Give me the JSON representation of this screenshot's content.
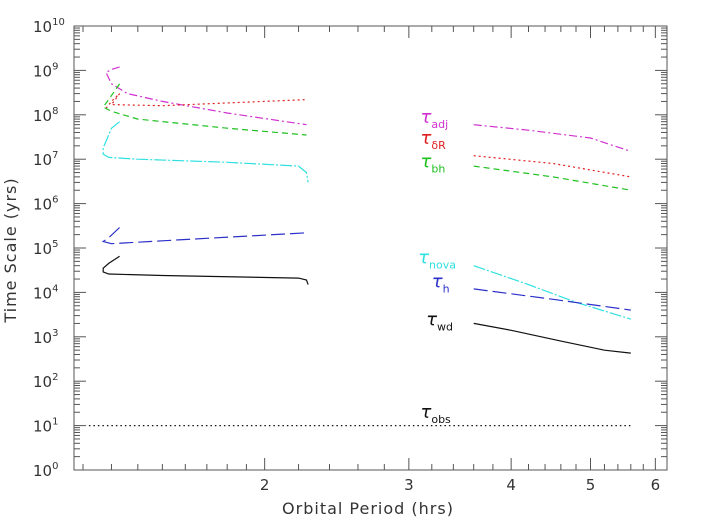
{
  "chart_data": {
    "type": "line",
    "xlabel": "Orbital Period (hrs)",
    "ylabel": "Time Scale (yrs)",
    "x_scale": "log",
    "y_scale": "log",
    "xlim": [
      1.17,
      6.2
    ],
    "ylim": [
      1,
      10000000000
    ],
    "x_ticks": [
      2,
      3,
      4,
      5,
      6
    ],
    "y_ticks": [
      {
        "value": 1,
        "base": "10",
        "exp": "0"
      },
      {
        "value": 10,
        "base": "10",
        "exp": "1"
      },
      {
        "value": 100,
        "base": "10",
        "exp": "2"
      },
      {
        "value": 1000,
        "base": "10",
        "exp": "3"
      },
      {
        "value": 10000,
        "base": "10",
        "exp": "4"
      },
      {
        "value": 100000,
        "base": "10",
        "exp": "5"
      },
      {
        "value": 1000000,
        "base": "10",
        "exp": "6"
      },
      {
        "value": 10000000,
        "base": "10",
        "exp": "7"
      },
      {
        "value": 100000000,
        "base": "10",
        "exp": "8"
      },
      {
        "value": 1000000000,
        "base": "10",
        "exp": "9"
      },
      {
        "value": 10000000000,
        "base": "10",
        "exp": "10"
      }
    ],
    "series": [
      {
        "name": "adj",
        "color": "#d030d0",
        "dash": "8,3,2,3",
        "points": [
          [
            1.33,
            1200000000.0
          ],
          [
            1.3,
            1050000000.0
          ],
          [
            1.28,
            900000000.0
          ],
          [
            1.3,
            500000000.0
          ],
          [
            1.36,
            300000000.0
          ],
          [
            1.5,
            200000000.0
          ],
          [
            1.8,
            110000000.0
          ],
          [
            2.25,
            60000000.0
          ],
          [
            null,
            null
          ],
          [
            3.6,
            60000000.0
          ],
          [
            4.2,
            45000000.0
          ],
          [
            5.0,
            30000000.0
          ],
          [
            5.6,
            15000000.0
          ]
        ]
      },
      {
        "name": "δR",
        "color": "#e02020",
        "dash": "2,3",
        "points": [
          [
            1.28,
            140000000.0
          ],
          [
            1.3,
            200000000.0
          ],
          [
            1.33,
            300000000.0
          ],
          [
            1.3,
            170000000.0
          ],
          [
            1.5,
            160000000.0
          ],
          [
            2.25,
            220000000.0
          ],
          [
            null,
            null
          ],
          [
            3.6,
            12000000.0
          ],
          [
            4.5,
            8000000.0
          ],
          [
            5.6,
            4000000.0
          ]
        ]
      },
      {
        "name": "bh",
        "color": "#20c020",
        "dash": "6,4",
        "points": [
          [
            1.33,
            500000000.0
          ],
          [
            1.29,
            220000000.0
          ],
          [
            1.27,
            150000000.0
          ],
          [
            1.3,
            120000000.0
          ],
          [
            1.4,
            80000000.0
          ],
          [
            1.8,
            50000000.0
          ],
          [
            2.25,
            35000000.0
          ],
          [
            null,
            null
          ],
          [
            3.6,
            7000000.0
          ],
          [
            4.5,
            4000000.0
          ],
          [
            5.6,
            2000000.0
          ]
        ]
      },
      {
        "name": "nova",
        "color": "#30e0e0",
        "dash": "12,2,2,2",
        "points": [
          [
            1.33,
            70000000.0
          ],
          [
            1.3,
            50000000.0
          ],
          [
            1.27,
            18000000.0
          ],
          [
            1.27,
            13000000.0
          ],
          [
            1.29,
            11000000.0
          ],
          [
            1.4,
            10000000.0
          ],
          [
            1.8,
            8500000.0
          ],
          [
            2.2,
            7000000.0
          ],
          [
            2.25,
            5000000.0
          ],
          [
            2.26,
            3000000.0
          ],
          [
            null,
            null
          ],
          [
            3.6,
            40000.0
          ],
          [
            4.2,
            15000.0
          ],
          [
            4.8,
            6000.0
          ],
          [
            5.6,
            2500.0
          ]
        ]
      },
      {
        "name": "h",
        "color": "#2b30c8",
        "dash": "14,5",
        "points": [
          [
            1.33,
            290000.0
          ],
          [
            1.29,
            170000.0
          ],
          [
            1.27,
            140000.0
          ],
          [
            1.3,
            125000.0
          ],
          [
            1.5,
            145000.0
          ],
          [
            2.25,
            220000.0
          ],
          [
            null,
            null
          ],
          [
            3.6,
            12000.0
          ],
          [
            4.5,
            7000.0
          ],
          [
            5.6,
            4000.0
          ]
        ]
      },
      {
        "name": "wd",
        "color": "#111111",
        "dash": "",
        "points": [
          [
            1.33,
            65000.0
          ],
          [
            1.29,
            45000.0
          ],
          [
            1.27,
            35000.0
          ],
          [
            1.27,
            29000.0
          ],
          [
            1.29,
            26000.0
          ],
          [
            1.5,
            24000.0
          ],
          [
            2.2,
            21000.0
          ],
          [
            2.25,
            19000.0
          ],
          [
            2.26,
            15000.0
          ],
          [
            null,
            null
          ],
          [
            3.6,
            2000.0
          ],
          [
            4.0,
            1400.0
          ],
          [
            4.6,
            800.0
          ],
          [
            5.2,
            500.0
          ],
          [
            5.6,
            430.0
          ]
        ]
      },
      {
        "name": "obs",
        "color": "#111111",
        "dash": "1.5,3",
        "points": [
          [
            1.22,
            10
          ],
          [
            5.6,
            10
          ]
        ]
      }
    ],
    "annotations": [
      {
        "base": "τ",
        "sub": "adj",
        "color": "#d030d0",
        "x": 3.1,
        "y": 65000000.0
      },
      {
        "base": "τ",
        "sub": "δR",
        "color": "#e02020",
        "x": 3.1,
        "y": 22000000.0
      },
      {
        "base": "τ",
        "sub": "bh",
        "color": "#20c020",
        "x": 3.1,
        "y": 6500000.0
      },
      {
        "base": "τ",
        "sub": "nova",
        "color": "#30e0e0",
        "x": 3.08,
        "y": 45000.0
      },
      {
        "base": "τ",
        "sub": "h",
        "color": "#2b30c8",
        "x": 3.2,
        "y": 13000.0
      },
      {
        "base": "τ",
        "sub": "wd",
        "color": "#111111",
        "x": 3.15,
        "y": 1800.0
      },
      {
        "base": "τ",
        "sub": "obs",
        "color": "#111111",
        "x": 3.1,
        "y": 15
      }
    ]
  }
}
